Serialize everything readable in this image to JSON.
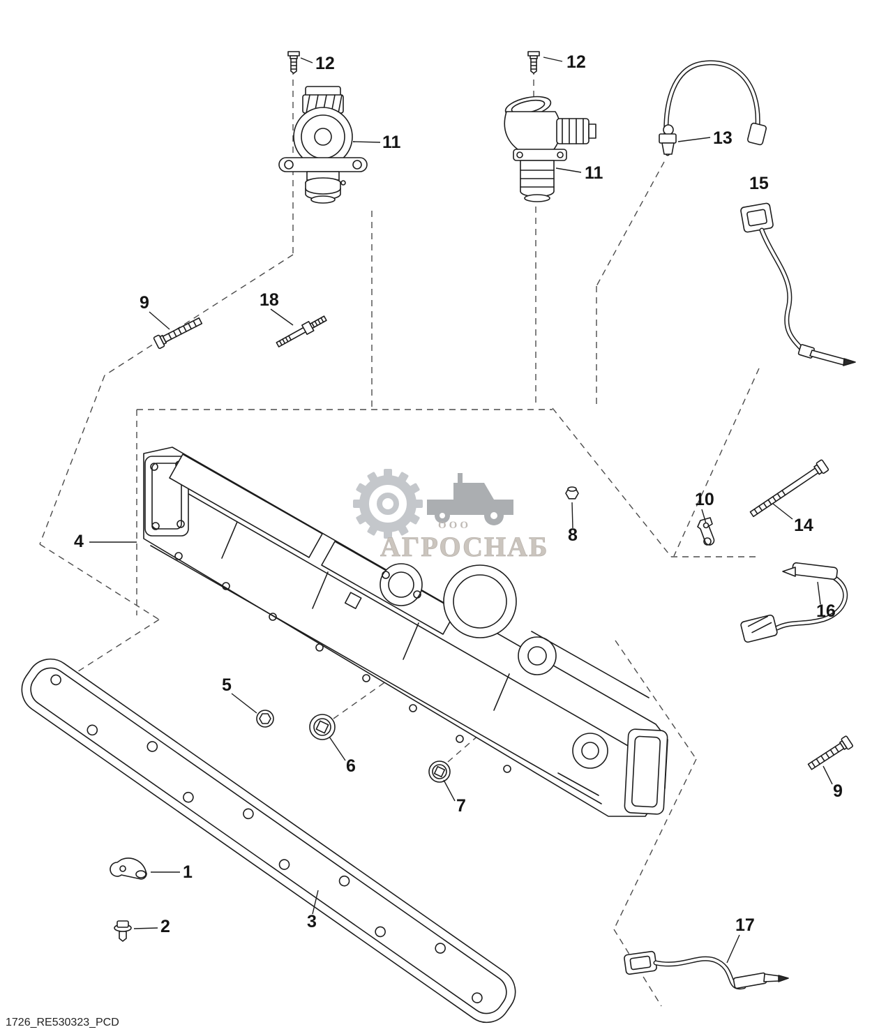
{
  "drawing": {
    "footer_id": "1726_RE530323_PCD"
  },
  "watermark": {
    "org_type": "ООО",
    "org_name": "АГРОСНАБ"
  },
  "callouts": [
    {
      "label": "12"
    },
    {
      "label": "11"
    },
    {
      "label": "12"
    },
    {
      "label": "11"
    },
    {
      "label": "13"
    },
    {
      "label": "15"
    },
    {
      "label": "9"
    },
    {
      "label": "18"
    },
    {
      "label": "4"
    },
    {
      "label": "8"
    },
    {
      "label": "10"
    },
    {
      "label": "14"
    },
    {
      "label": "16"
    },
    {
      "label": "5"
    },
    {
      "label": "6"
    },
    {
      "label": "7"
    },
    {
      "label": "9"
    },
    {
      "label": "1"
    },
    {
      "label": "2"
    },
    {
      "label": "3"
    },
    {
      "label": "17"
    }
  ]
}
